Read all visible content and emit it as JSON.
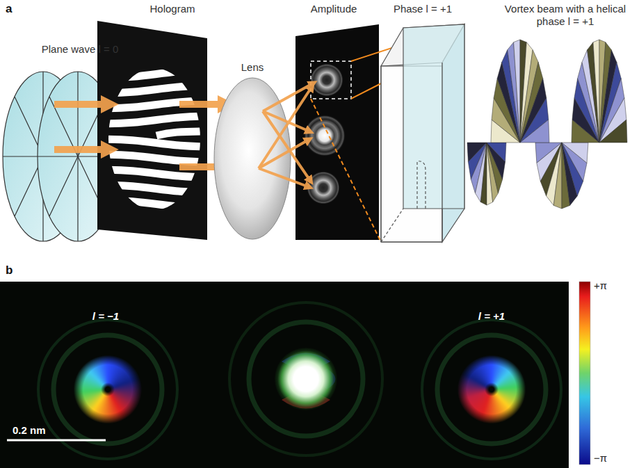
{
  "diagram": {
    "labels": [
      "a",
      "Plane wave l = 0",
      "Hologram",
      "Lens",
      "Amplitude",
      "Phase l = +1",
      "Vortex beam with a helical phase l = +1",
      "b",
      "l = −1",
      "l = +1",
      "0.2 nm",
      "+π",
      "−π"
    ]
  }
}
